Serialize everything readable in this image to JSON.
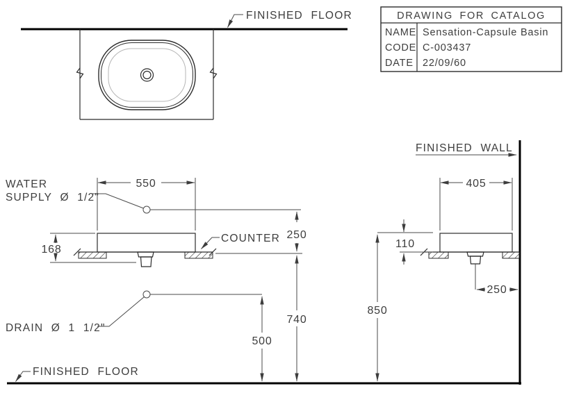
{
  "drawing": {
    "title_block": {
      "title": "DRAWING FOR CATALOG",
      "rows": [
        {
          "label": "NAME",
          "value": "Sensation-Capsule Basin"
        },
        {
          "label": "CODE",
          "value": "C-003437"
        },
        {
          "label": "DATE",
          "value": "22/09/60"
        }
      ]
    },
    "annotations": {
      "finished_floor_top": "FINISHED FLOOR",
      "finished_floor_bottom": "FINISHED FLOOR",
      "finished_wall": "FINISHED WALL",
      "counter": "COUNTER",
      "water_supply_line1": "WATER",
      "water_supply_line2": "SUPPLY Ø 1/2\"",
      "drain": "DRAIN Ø 1 1/2\""
    },
    "dimensions_mm": {
      "basin_width_front": "550",
      "basin_total_height": "168",
      "supply_above_counter": "250",
      "counter_top_to_floor": "740",
      "drain_above_floor": "500",
      "basin_depth_side": "405",
      "basin_above_counter": "110",
      "rim_above_floor": "850",
      "drain_to_wall": "250"
    },
    "colors": {
      "object_line": "#2b2b2b",
      "dimension_line": "#4a4a4a",
      "thick_line": "#000000",
      "inner_bowl_line": "#b5b5b5",
      "background": "#ffffff"
    }
  }
}
